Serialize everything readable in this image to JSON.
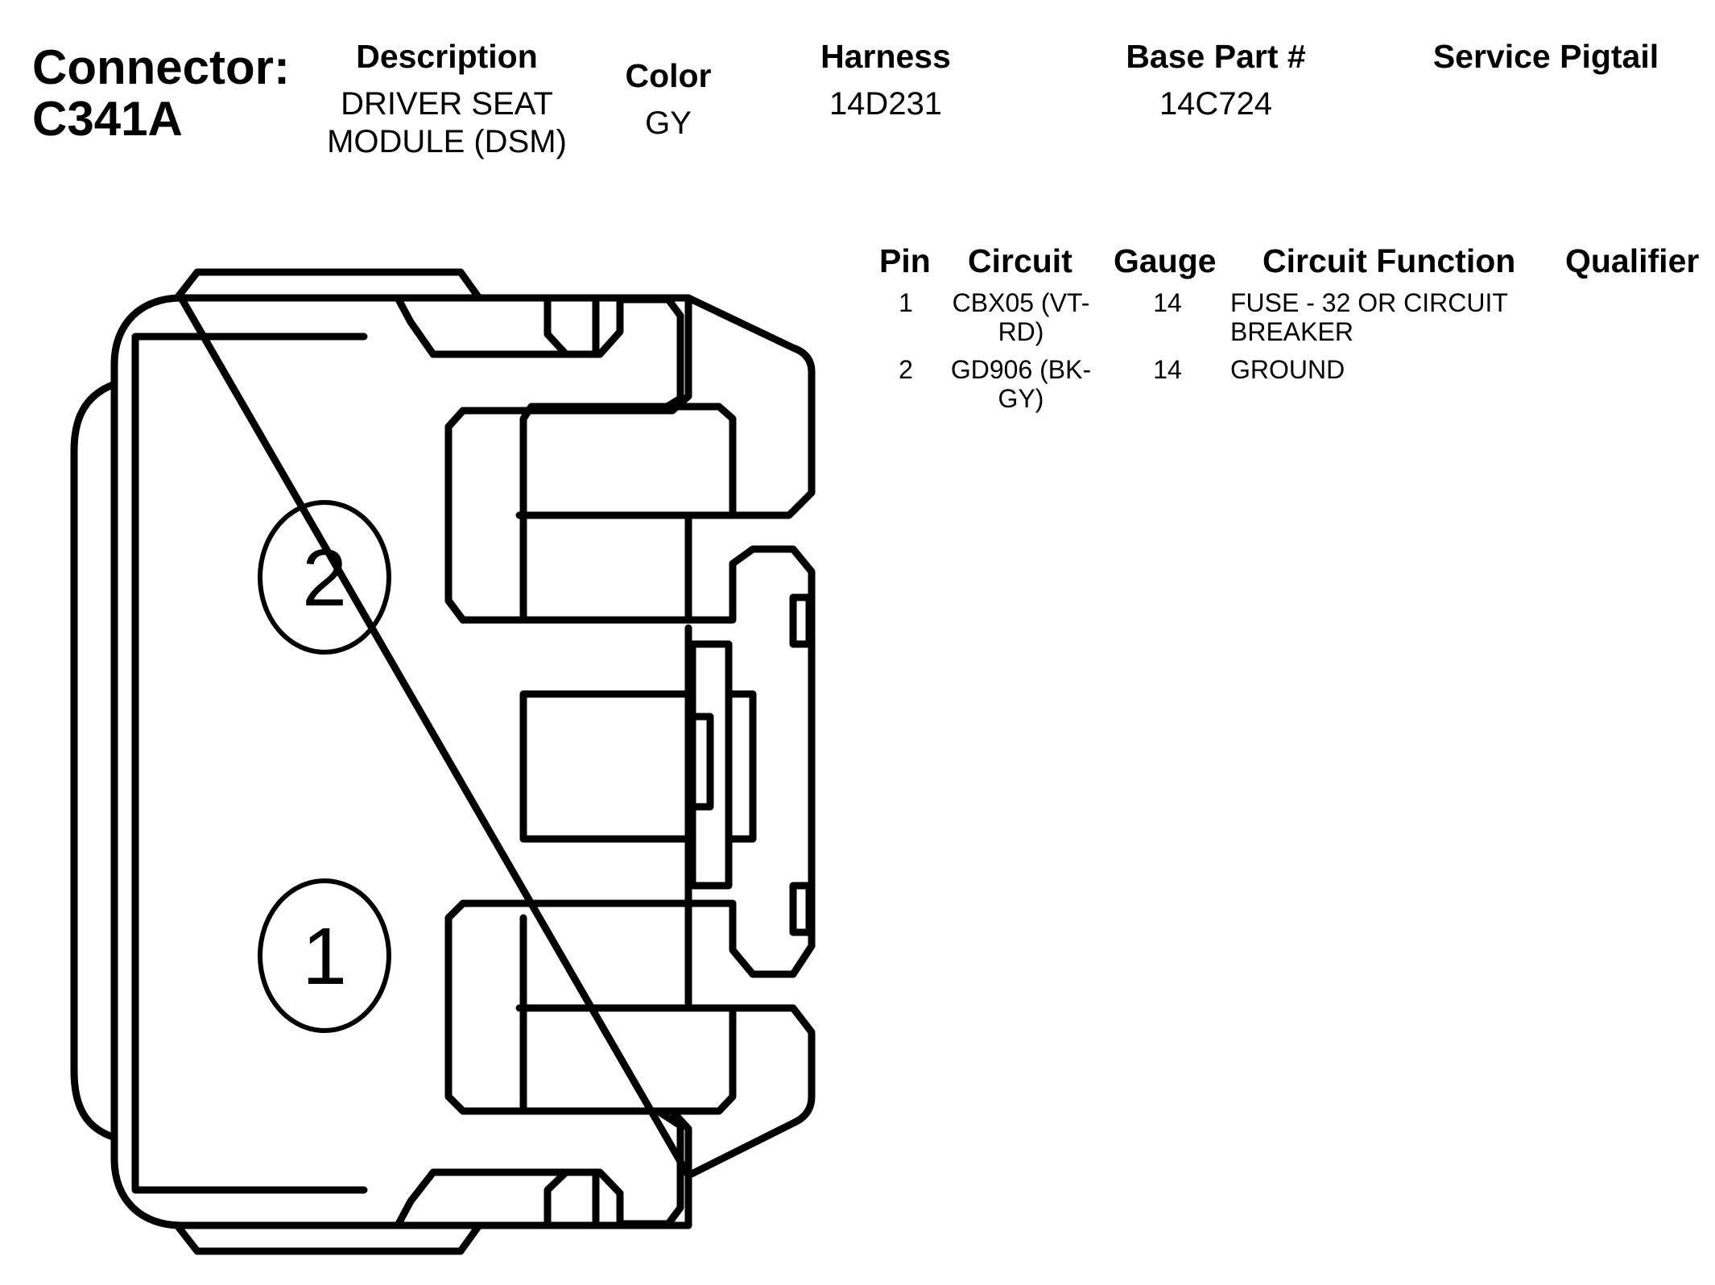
{
  "connector": {
    "label": "Connector:",
    "id": "C341A"
  },
  "header": {
    "description_label": "Description",
    "description_line1": "DRIVER SEAT",
    "description_line2": "MODULE (DSM)",
    "color_label": "Color",
    "color_value": "GY",
    "harness_label": "Harness",
    "harness_value": "14D231",
    "base_part_label": "Base Part #",
    "base_part_value": "14C724",
    "service_pigtail_label": "Service Pigtail"
  },
  "pin_table": {
    "columns": [
      "Pin",
      "Circuit",
      "Gauge",
      "Circuit Function",
      "Qualifier"
    ],
    "rows": [
      {
        "pin": "1",
        "circuit_line1": "CBX05 (VT-",
        "circuit_line2": "RD)",
        "gauge": "14",
        "function_line1": "FUSE - 32 OR CIRCUIT",
        "function_line2": "BREAKER",
        "qualifier": ""
      },
      {
        "pin": "2",
        "circuit_line1": "GD906 (BK-",
        "circuit_line2": "GY)",
        "gauge": "14",
        "function_line1": "GROUND",
        "function_line2": "",
        "qualifier": ""
      }
    ]
  },
  "drawing": {
    "pin_labels": [
      "2",
      "1"
    ]
  }
}
